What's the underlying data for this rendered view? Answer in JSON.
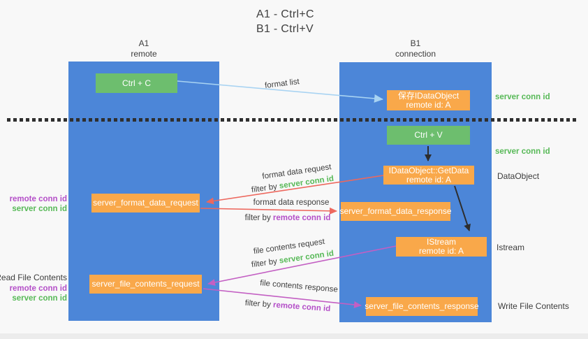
{
  "title": {
    "line1": "A1 - Ctrl+C",
    "line2": "B1 - Ctrl+V"
  },
  "columns": {
    "left": {
      "name": "A1",
      "role": "remote"
    },
    "right": {
      "name": "B1",
      "role": "connection"
    }
  },
  "nodes": {
    "ctrl_c": "Ctrl + C",
    "ctrl_v": "Ctrl + V",
    "save_idataobject": {
      "title": "保存IDataObject",
      "subtitle": "remote id: A"
    },
    "getdata": {
      "title": "IDataObject::GetData",
      "subtitle": "remote id: A"
    },
    "istream": {
      "title": "IStream",
      "subtitle": "remote id: A"
    },
    "server_format_data_request": "server_format_data_request",
    "server_format_data_response": "server_format_data_response",
    "server_file_contents_request": "server_file_contents_request",
    "server_file_contents_response": "server_file_contents_response"
  },
  "edges": {
    "format_list": "format list",
    "format_data_request": "format data request",
    "format_data_response": "format data response",
    "file_contents_request": "file contents request",
    "file_contents_response": "file contents response",
    "filter_by": "filter by",
    "server_conn_id": "server conn id",
    "remote_conn_id": "remote conn id"
  },
  "side_labels": {
    "left": {
      "format_remote_conn_id": "remote conn id",
      "format_server_conn_id": "server conn id",
      "read_file_contents": "Read File Contents",
      "file_remote_conn_id": "remote conn id",
      "file_server_conn_id": "server conn id"
    },
    "right": {
      "server_conn_id_top": "server conn id",
      "server_conn_id_mid": "server conn id",
      "dataobject": "DataObject",
      "istream": "Istream",
      "write_file_contents": "Write File Contents"
    }
  },
  "colors": {
    "column_blue": "#4c86d8",
    "box_green": "#6dbe6e",
    "box_orange": "#f9a84a",
    "arrow_light_blue": "#a8d3f2",
    "arrow_red": "#ed685e",
    "arrow_magenta": "#c35fc3",
    "arrow_black": "#2d2d2d",
    "text_green": "#57b957",
    "text_purple": "#b44fc8",
    "text_dark": "#3e3e3e",
    "background": "#f8f8f8"
  }
}
